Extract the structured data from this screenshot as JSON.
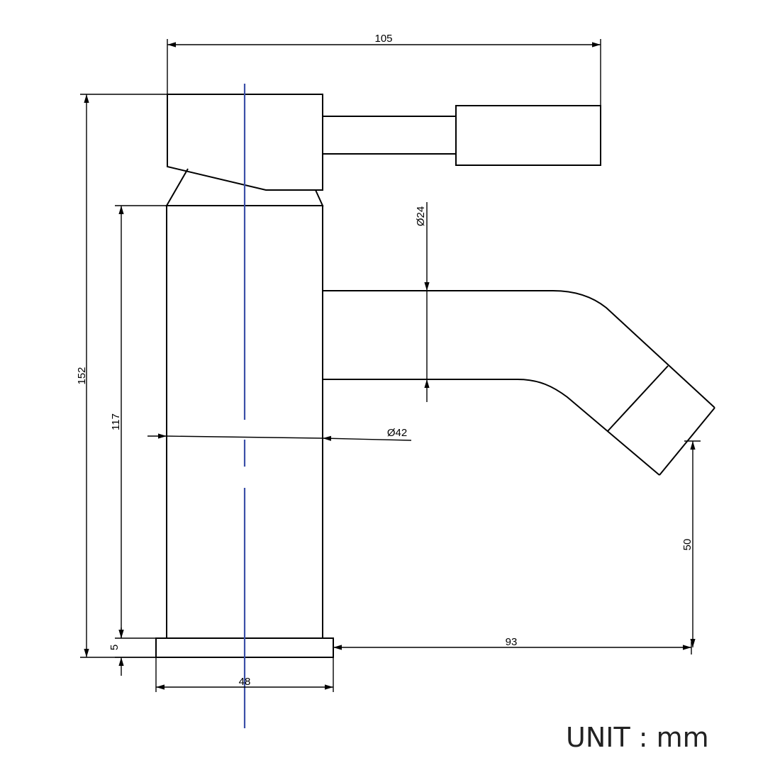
{
  "dimensions": {
    "overall_width": "105",
    "overall_height": "152",
    "body_height": "117",
    "base_thickness": "5",
    "base_diameter": "48",
    "spout_reach": "93",
    "spout_height": "50",
    "spout_diameter": "Ø24",
    "body_diameter": "Ø42"
  },
  "unit_label": "UNIT : mm",
  "colors": {
    "centerline": "#3b4fa8",
    "outline": "#000000"
  }
}
